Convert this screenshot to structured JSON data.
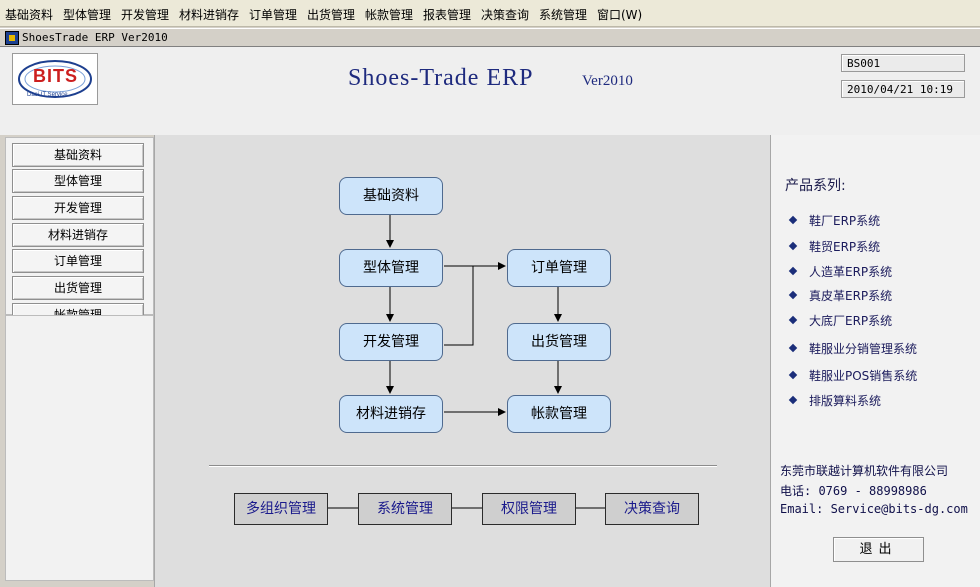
{
  "menubar": {
    "items": [
      "基础资料",
      "型体管理",
      "开发管理",
      "材料进销存",
      "订单管理",
      "出货管理",
      "帐款管理",
      "报表管理",
      "决策查询",
      "系统管理",
      "窗口(W)"
    ]
  },
  "window": {
    "title": "ShoesTrade ERP Ver2010"
  },
  "header": {
    "logo_text": "BITS",
    "logo_subtext": "Dasi IT Service",
    "app_title": "Shoes-Trade ERP",
    "app_version": "Ver2010",
    "user_code": "BS001",
    "datetime": "2010/04/21 10:19"
  },
  "sidebar": {
    "items": [
      {
        "label": "基础资料"
      },
      {
        "label": "型体管理"
      },
      {
        "label": "开发管理"
      },
      {
        "label": "材料进销存"
      },
      {
        "label": "订单管理"
      },
      {
        "label": "出货管理"
      },
      {
        "label": "帐款管理"
      }
    ]
  },
  "flow": {
    "nodes": {
      "basic": "基础资料",
      "style": "型体管理",
      "dev": "开发管理",
      "material": "材料进销存",
      "order": "订单管理",
      "ship": "出货管理",
      "account": "帐款管理"
    }
  },
  "bottom_buttons": {
    "org": "多组织管理",
    "system": "系统管理",
    "permission": "权限管理",
    "decision": "决策查询"
  },
  "products": {
    "heading": "产品系列:",
    "items": [
      "鞋厂ERP系统",
      "鞋贸ERP系统",
      "人造革ERP系统",
      "真皮革ERP系统",
      "大底厂ERP系统",
      "鞋服业分销管理系统",
      "鞋服业POS销售系统",
      "排版算料系统"
    ]
  },
  "contact": {
    "company": "东莞市联越计算机软件有限公司",
    "phone": "电话: 0769 - 88998986",
    "email": "Email: Service@bits-dg.com"
  },
  "exit_label": "退出",
  "colors": {
    "node_fill": "#cde4fa",
    "title_blue": "#1e2a7e",
    "logo_red": "#cc1f1f"
  }
}
